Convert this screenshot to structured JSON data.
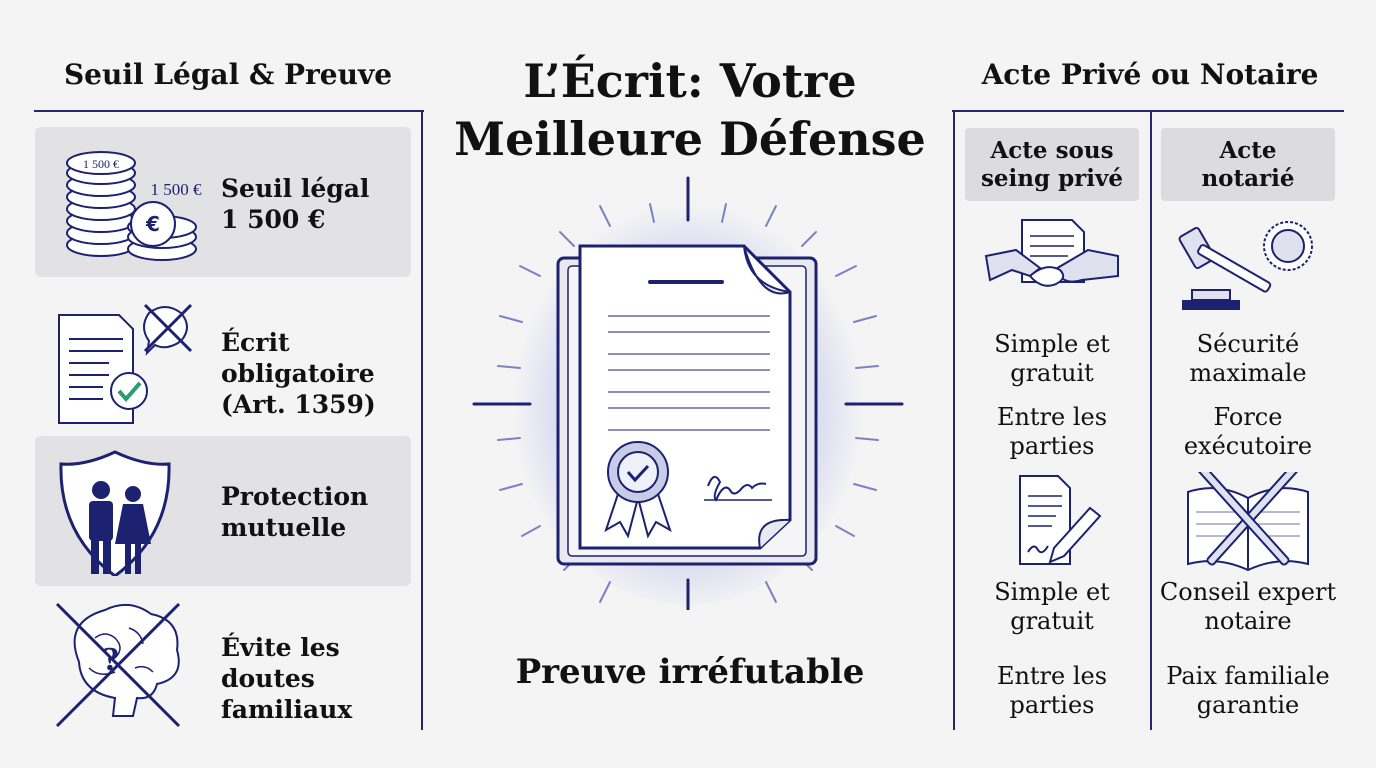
{
  "title": "L’Écrit: Votre Meilleure Défense",
  "title_lines": [
    "L’Écrit: Votre",
    "Meilleure Défense"
  ],
  "caption": "Preuve irréfutable",
  "left": {
    "heading": "Seuil Légal & Preuve",
    "rows": [
      {
        "line1": "Seuil légal",
        "line2": "1 500 €",
        "icon": "coins-icon",
        "coin_label": "1 500 €",
        "coin_label_small": "1 500 €",
        "coin_symbol": "€"
      },
      {
        "line1": "Écrit obligatoire",
        "line2": "(Art. 1359)",
        "icon": "document-check-icon"
      },
      {
        "line1": "Protection",
        "line2": "mutuelle",
        "icon": "shield-couple-icon"
      },
      {
        "line1": "Évite les doutes",
        "line2": "familiaux",
        "icon": "crossed-brain-icon"
      }
    ]
  },
  "right": {
    "heading": "Acte Privé ou Notaire",
    "prive": {
      "label_lines": [
        "Acte sous",
        "seing privé"
      ],
      "items": [
        {
          "lines": [
            "Simple et",
            "gratuit"
          ]
        },
        {
          "lines": [
            "Entre les",
            "parties"
          ]
        },
        {
          "lines": [
            "Simple et",
            "gratuit"
          ]
        },
        {
          "lines": [
            "Entre les",
            "parties"
          ]
        }
      ]
    },
    "notarie": {
      "label_lines": [
        "Acte",
        "notarié"
      ],
      "items": [
        {
          "lines": [
            "Sécurité",
            "maximale"
          ]
        },
        {
          "lines": [
            "Force",
            "exécutoire"
          ]
        },
        {
          "lines": [
            "Conseil expert",
            "notaire"
          ]
        },
        {
          "lines": [
            "Paix familiale",
            "garantie"
          ]
        }
      ]
    }
  },
  "colors": {
    "navy": "#1c2170",
    "panel": "#e2e2e4",
    "accent_green": "#2a9d6f",
    "glow": "#5560d8"
  }
}
